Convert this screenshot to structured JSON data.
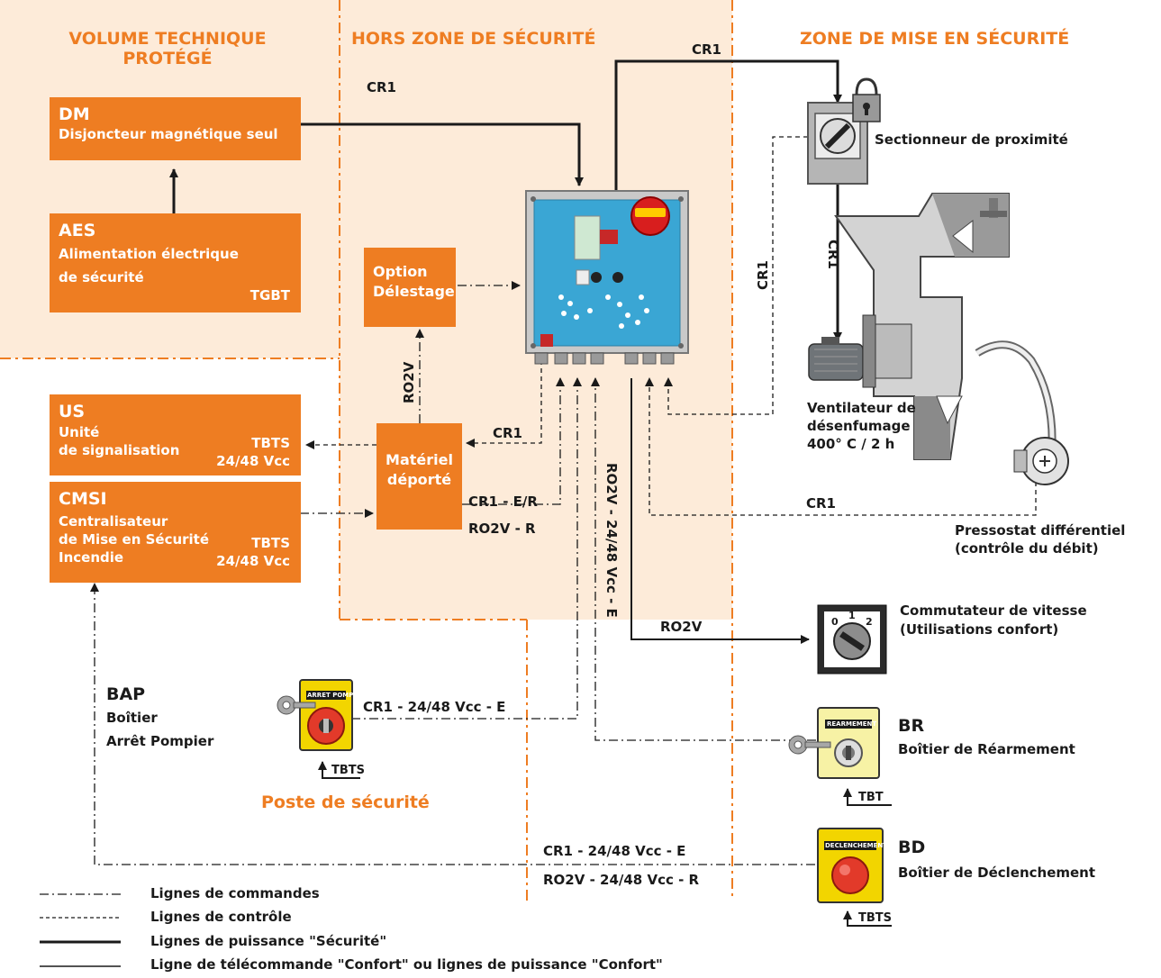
{
  "zones": {
    "left_title": "VOLUME TECHNIQUE PROTÉGÉ",
    "mid_title": "HORS ZONE DE SÉCURITÉ",
    "right_title": "ZONE DE MISE EN SÉCURITÉ"
  },
  "boxes": {
    "dm": {
      "code": "DM",
      "name": "Disjoncteur magnétique seul"
    },
    "aes": {
      "code": "AES",
      "line1": "Alimentation électrique",
      "line2": "de sécurité",
      "tag": "TGBT"
    },
    "us": {
      "code": "US",
      "line1": "Unité",
      "line2": "de signalisation",
      "tag1": "TBTS",
      "tag2": "24/48 Vcc"
    },
    "cmsi": {
      "code": "CMSI",
      "line1": "Centralisateur",
      "line2": "de Mise en Sécurité",
      "line3": "Incendie",
      "tag1": "TBTS",
      "tag2": "24/48 Vcc"
    },
    "option": {
      "line1": "Option",
      "line2": "Délestage"
    },
    "materiel": {
      "line1": "Matériel",
      "line2": "déporté"
    }
  },
  "labels": {
    "cr1_top": "CR1",
    "cr1_left": "CR1",
    "cr1_vertical_fan": "CR1",
    "cr1_vertical_dashed": "CR1",
    "cr1_materiel": "CR1",
    "cr1_er": "CR1 - E/R",
    "ro2v_r": "RO2V - R",
    "ro2v_vertical_option": "RO2V",
    "ro2v_vertical_long": "RO2V - 24/48 Vcc - E",
    "cr1_pressostat": "CR1",
    "ro2v_commutateur": "RO2V",
    "cr1_bap": "CR1 - 24/48 Vcc - E",
    "cr1_bd": "CR1 - 24/48 Vcc - E",
    "ro2v_bd": "RO2V - 24/48 Vcc - R"
  },
  "devices": {
    "sectionneur": "Sectionneur de proximité",
    "ventilateur1": "Ventilateur de",
    "ventilateur2": "désenfumage",
    "ventilateur3": "400° C / 2 h",
    "pressostat1": "Pressostat différentiel",
    "pressostat2": "(contrôle du débit)",
    "commutateur1": "Commutateur de vitesse",
    "commutateur2": "(Utilisations confort)",
    "commutateur_digits": [
      "0",
      "1",
      "2"
    ],
    "br_code": "BR",
    "br_name": "Boîtier de Réarmement",
    "br_tag": "TBT",
    "br_plate": "REARMEMENT",
    "bd_code": "BD",
    "bd_name": "Boîtier de Déclenchement",
    "bd_tag": "TBTS",
    "bd_plate": "DECLENCHEMENT",
    "bap_code": "BAP",
    "bap_line1": "Boîtier",
    "bap_line2": "Arrêt Pompier",
    "bap_tag": "TBTS",
    "bap_plate": "ARRET POMPIER",
    "poste": "Poste de sécurité"
  },
  "legend": [
    {
      "text": "Lignes de commandes",
      "style": "dash-dot"
    },
    {
      "text": "Lignes de contrôle",
      "style": "dashed"
    },
    {
      "text": "Lignes de puissance \"Sécurité\"",
      "style": "thick"
    },
    {
      "text": "Ligne de télécommande \"Confort\" ou lignes de puissance \"Confort\"",
      "style": "thin"
    }
  ],
  "colors": {
    "accent_orange": "#ee7d22",
    "zone_bg": "#fdebd9",
    "line": "#1a1a1a",
    "cabinet_blue": "#3aa6d4"
  }
}
